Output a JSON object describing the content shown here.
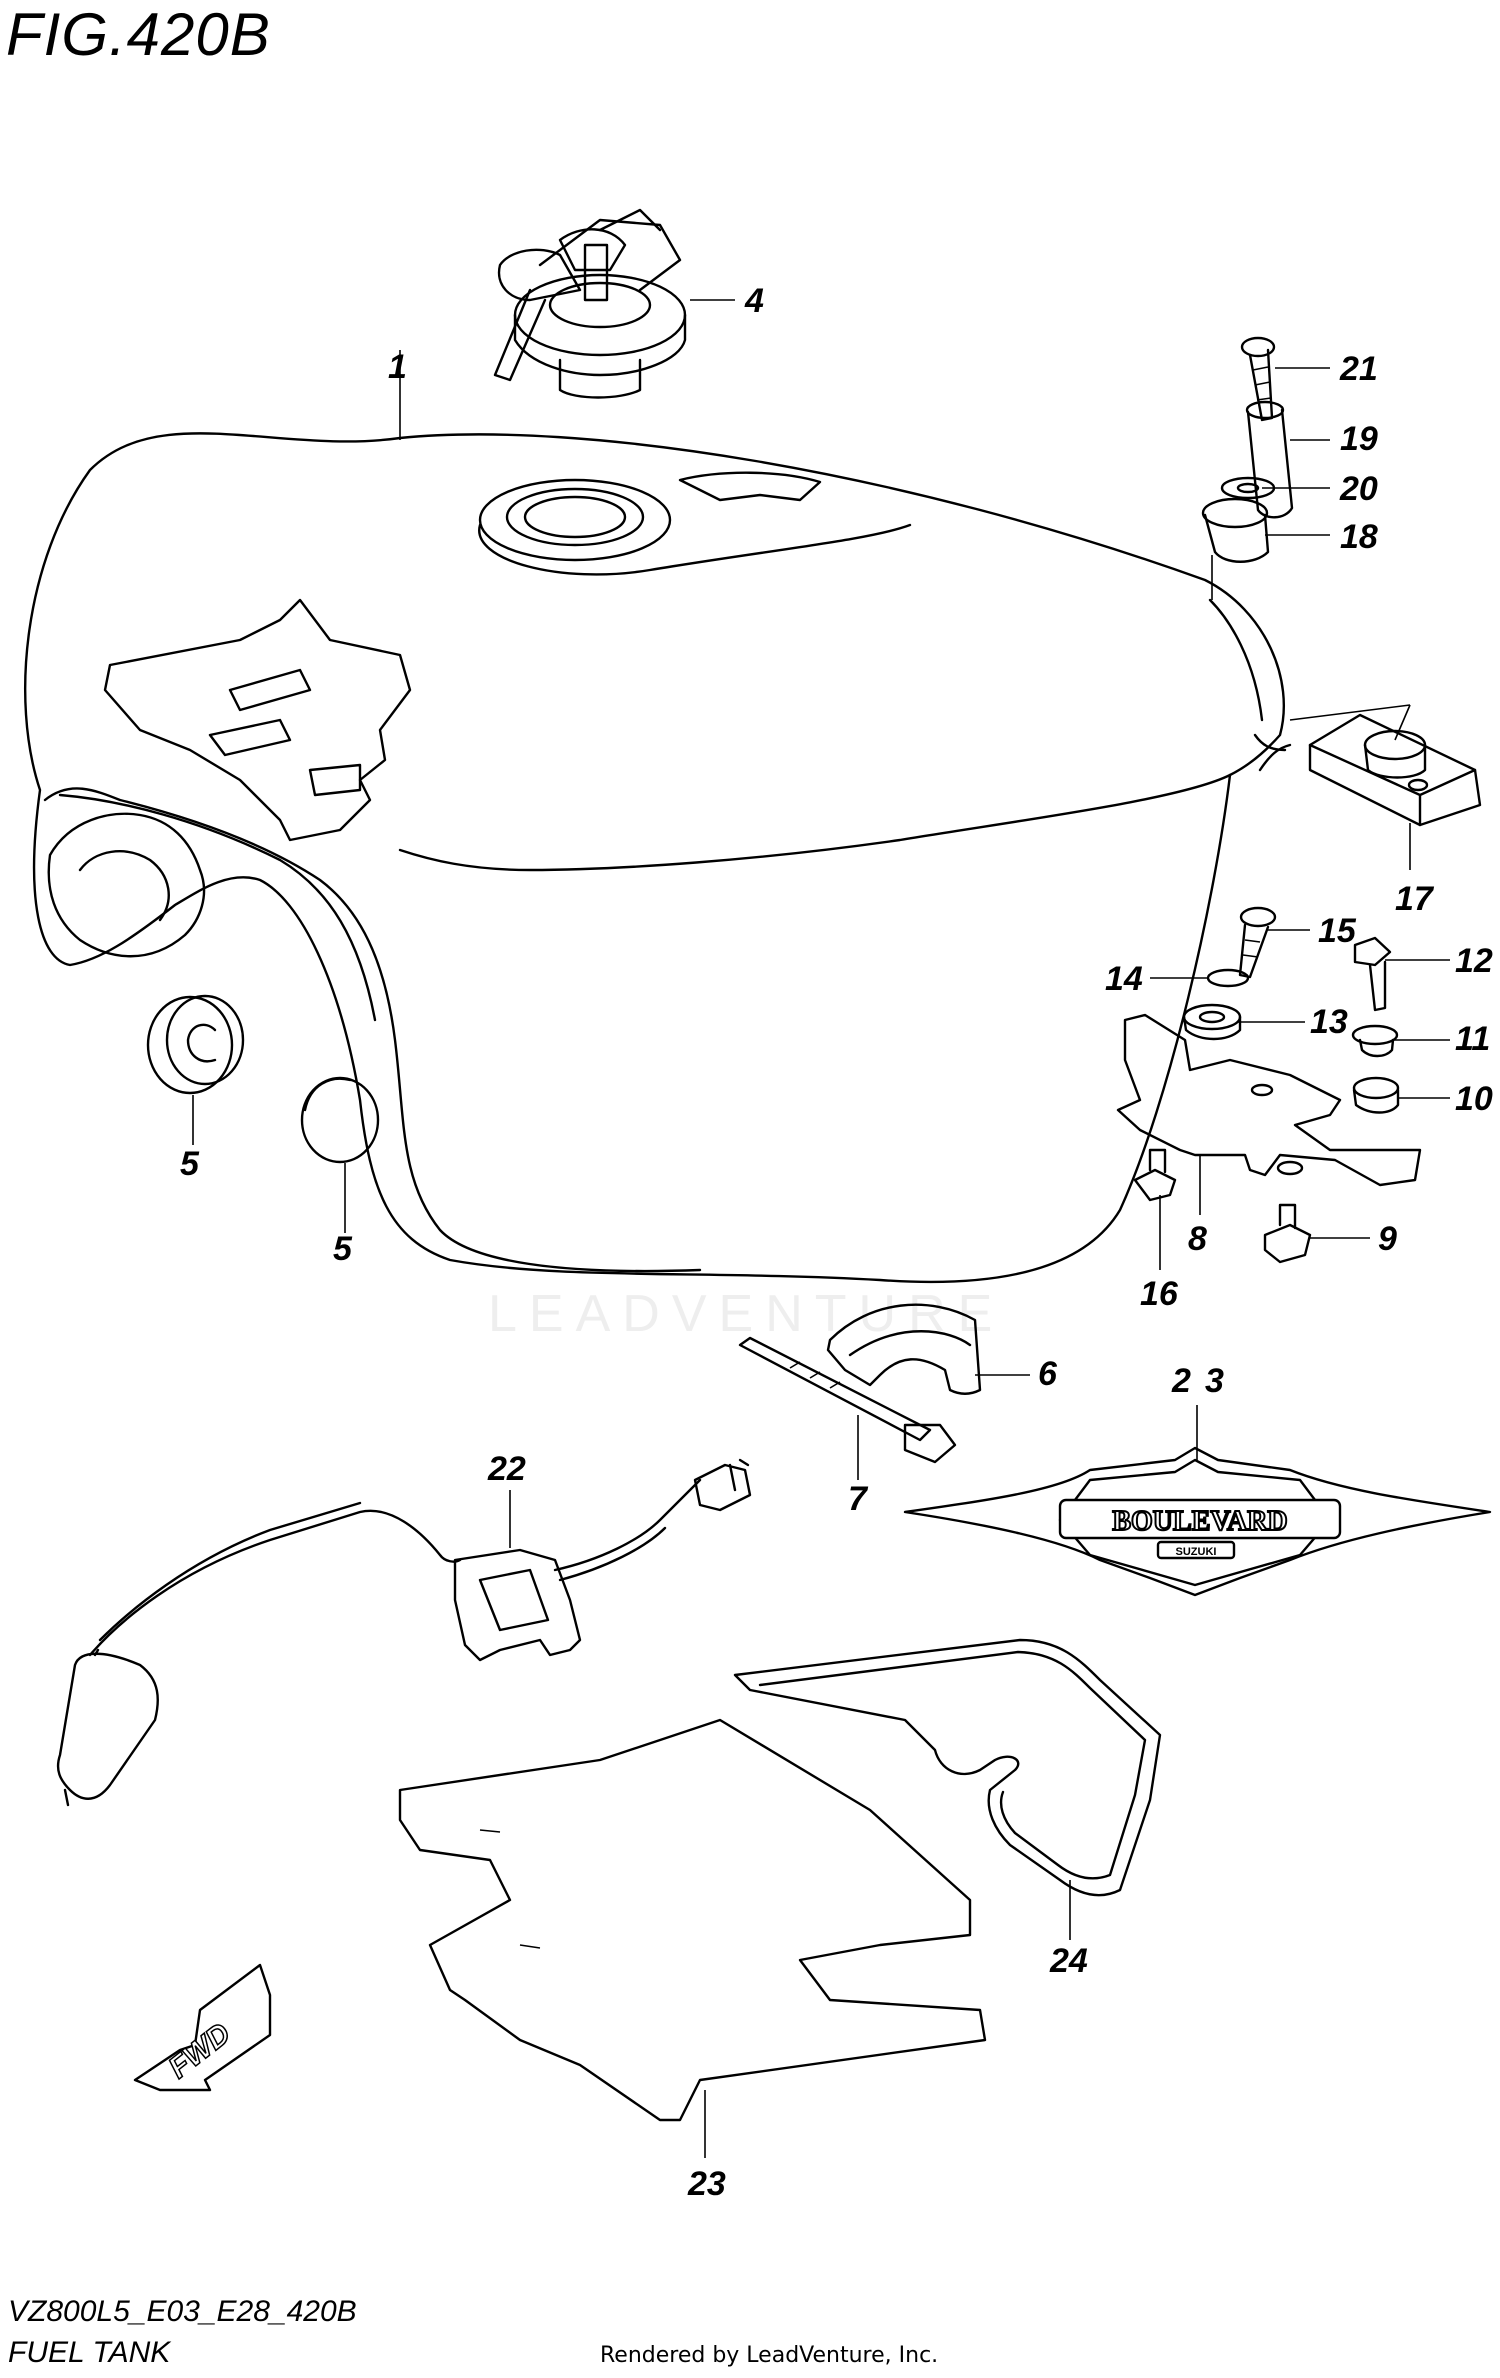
{
  "header": {
    "title": "FIG.420B"
  },
  "footer": {
    "model_code": "VZ800L5_E03_E28_420B",
    "section_name": "FUEL TANK",
    "credit": "Rendered by LeadVenture, Inc."
  },
  "watermark": {
    "text": "LEADVENTURE"
  },
  "fwd_arrow": {
    "label": "FWD"
  },
  "emblem": {
    "brand": "BOULEVARD",
    "sub": "SUZUKI"
  },
  "callouts": {
    "c1": "1",
    "c4": "4",
    "c5a": "5",
    "c5b": "5",
    "c6": "6",
    "c7": "7",
    "c8": "8",
    "c9": "9",
    "c10": "10",
    "c11": "11",
    "c12": "12",
    "c13": "13",
    "c14": "14",
    "c15": "15",
    "c16": "16",
    "c17": "17",
    "c18": "18",
    "c19": "19",
    "c20": "20",
    "c21": "21",
    "c22": "22",
    "c23": "23",
    "c24": "24",
    "c2a": "2",
    "c3a": "3"
  }
}
